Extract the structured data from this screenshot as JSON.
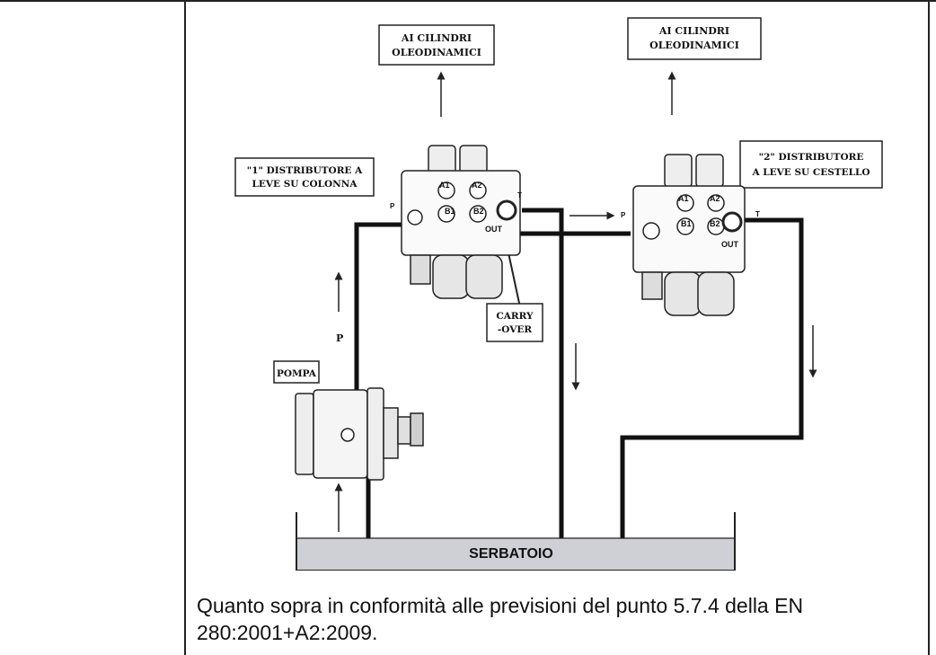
{
  "diagram": {
    "label_top_left": [
      "AI CILINDRI",
      "OLEODINAMICI"
    ],
    "label_top_right": [
      "AI CILINDRI",
      "OLEODINAMICI"
    ],
    "distributor_1": [
      "\"1\" DISTRIBUTORE  A",
      "LEVE SU COLONNA"
    ],
    "distributor_2": [
      "\"2\" DISTRIBUTORE",
      "A LEVE SU CESTELLO"
    ],
    "carry_over": [
      "CARRY",
      "-OVER"
    ],
    "pump_label": "POMPA",
    "pressure_label": "P",
    "tank_label": "SERBATOIO",
    "port_labels": {
      "a1": "A1",
      "a2": "A2",
      "b1": "B1",
      "b2": "B2",
      "out": "OUT",
      "p": "P",
      "t": "T"
    }
  },
  "caption": {
    "line1": "Quanto sopra in conformità alle previsioni del punto 5.7.4 della EN",
    "line2": "280:2001+A2:2009."
  }
}
